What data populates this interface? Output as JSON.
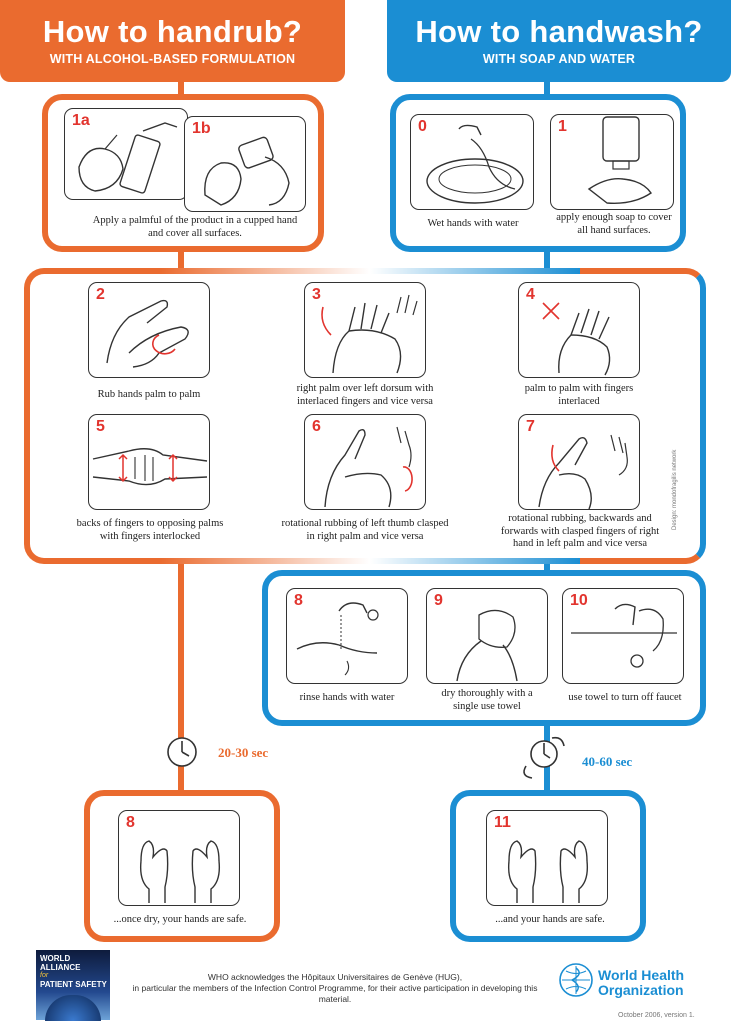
{
  "colors": {
    "handrub": "#ea6b2f",
    "handwash": "#1b8ed3",
    "step_number": "#e2342e"
  },
  "handrub": {
    "title": "How to handrub?",
    "subtitle": "WITH ALCOHOL-BASED FORMULATION",
    "time": "20-30 sec"
  },
  "handwash": {
    "title": "How to handwash?",
    "subtitle": "WITH SOAP AND WATER",
    "time": "40-60 sec"
  },
  "steps": {
    "s1a": {
      "num": "1a"
    },
    "s1b": {
      "num": "1b"
    },
    "s1ab_caption": "Apply a palmful of the product in a cupped hand and cover all surfaces.",
    "s0": {
      "num": "0",
      "caption": "Wet hands with water"
    },
    "s1": {
      "num": "1",
      "caption": "apply enough soap to cover all hand surfaces."
    },
    "s2": {
      "num": "2",
      "caption": "Rub hands palm to palm"
    },
    "s3": {
      "num": "3",
      "caption": "right palm over left dorsum with interlaced fingers and vice versa"
    },
    "s4": {
      "num": "4",
      "caption": "palm to palm with fingers interlaced"
    },
    "s5": {
      "num": "5",
      "caption": "backs of fingers to opposing palms with fingers interlocked"
    },
    "s6": {
      "num": "6",
      "caption": "rotational rubbing of left thumb clasped in right palm and vice versa"
    },
    "s7": {
      "num": "7",
      "caption": "rotational rubbing, backwards and forwards with clasped fingers of right hand in left palm and vice versa"
    },
    "s8w": {
      "num": "8",
      "caption": "rinse hands with water"
    },
    "s9": {
      "num": "9",
      "caption": "dry thoroughly with a single use towel"
    },
    "s10": {
      "num": "10",
      "caption": "use towel to turn off faucet"
    },
    "s8r": {
      "num": "8",
      "caption": "...once dry, your hands are safe."
    },
    "s11": {
      "num": "11",
      "caption": "...and your hands are safe."
    }
  },
  "footer": {
    "alliance_line1": "WORLD ALLIANCE",
    "alliance_for": "for",
    "alliance_line2": "PATIENT SAFETY",
    "ack_line1": "WHO acknowledges the Hôpitaux Universitaires de Genève (HUG),",
    "ack_line2": "in particular the members of the Infection Control Programme, for their active participation in developing this material.",
    "who_line1": "World Health",
    "who_line2": "Organization",
    "version": "October 2006, version 1.",
    "design_credit": "Design: mondofragilis network"
  },
  "icons": [
    "clock-icon",
    "who-emblem-icon",
    "hand-icon",
    "rotation-arrow-icon",
    "faucet-icon",
    "soap-dispenser-icon"
  ]
}
